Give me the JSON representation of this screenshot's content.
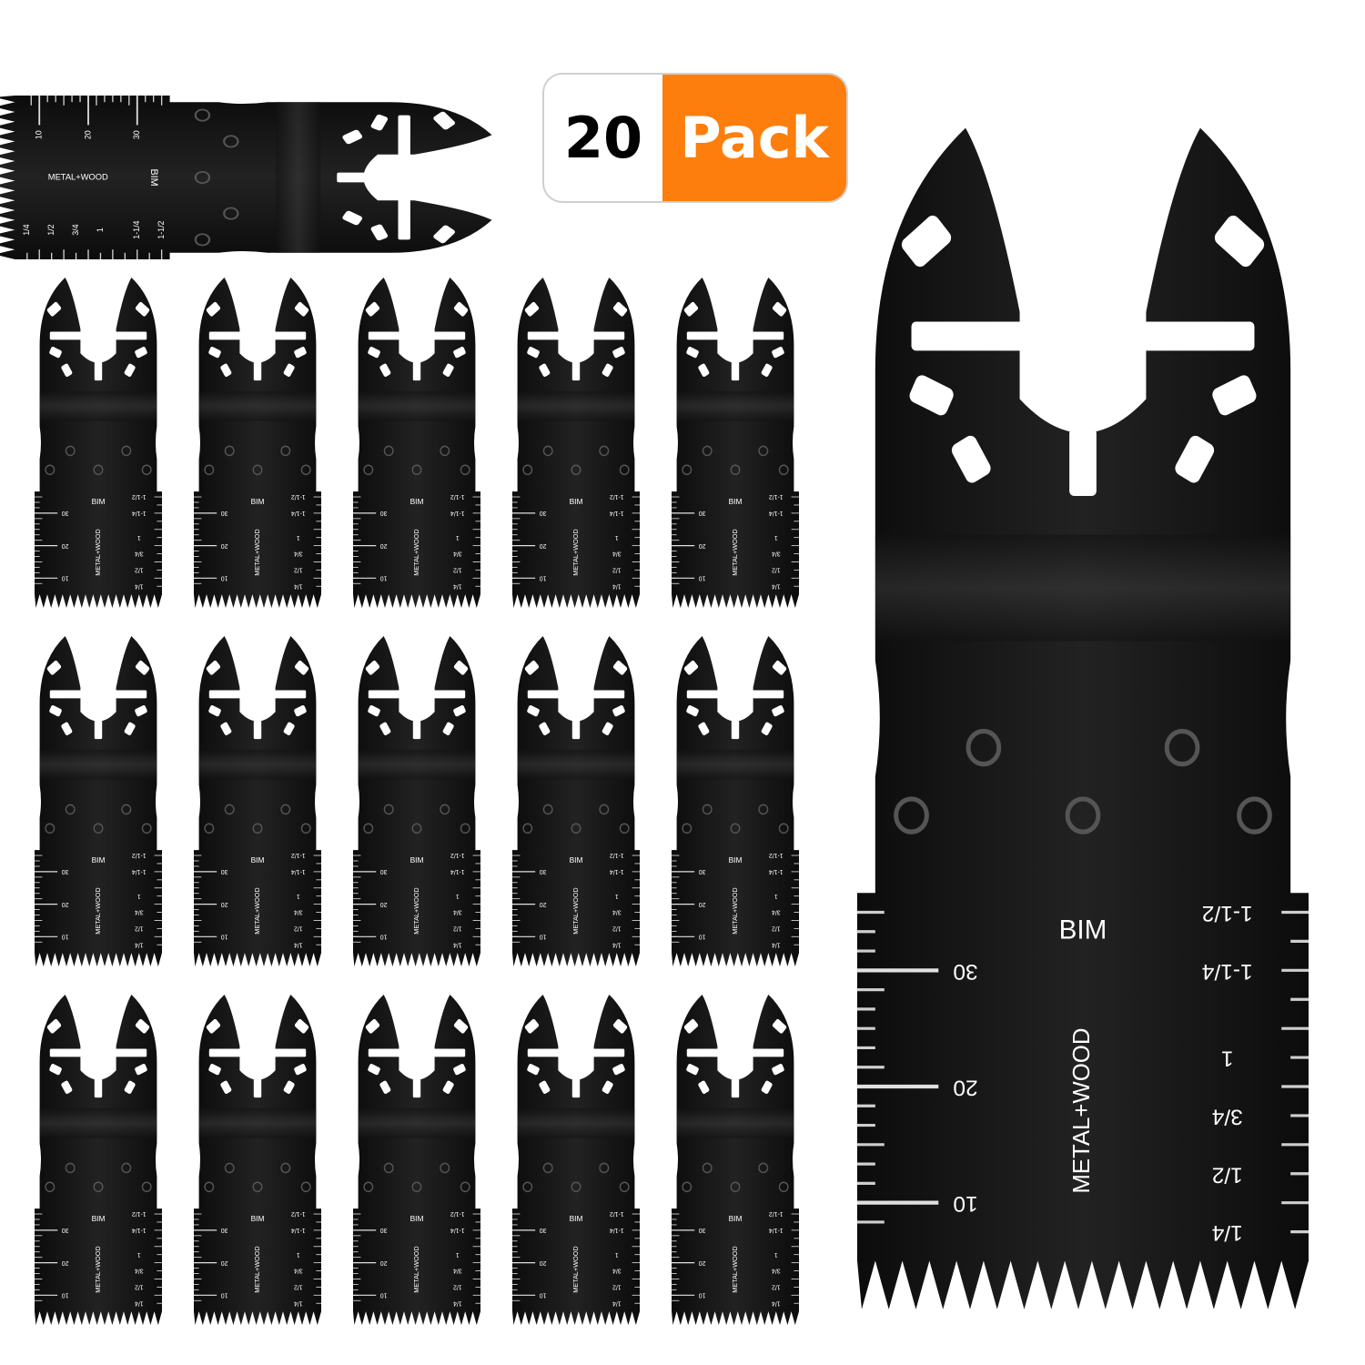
{
  "badge": {
    "count": "20",
    "word": "Pack",
    "accent_color": "#fd7e0c"
  },
  "blade": {
    "material_label": "METAL+WOOD",
    "type_label": "BIM",
    "metric_marks": [
      "10",
      "20",
      "30"
    ],
    "inch_marks": [
      "1/4",
      "1/2",
      "3/4",
      "1",
      "1-1/4",
      "1-1/2"
    ],
    "color": "#161616"
  },
  "grid": {
    "rows": 3,
    "columns": 5
  }
}
